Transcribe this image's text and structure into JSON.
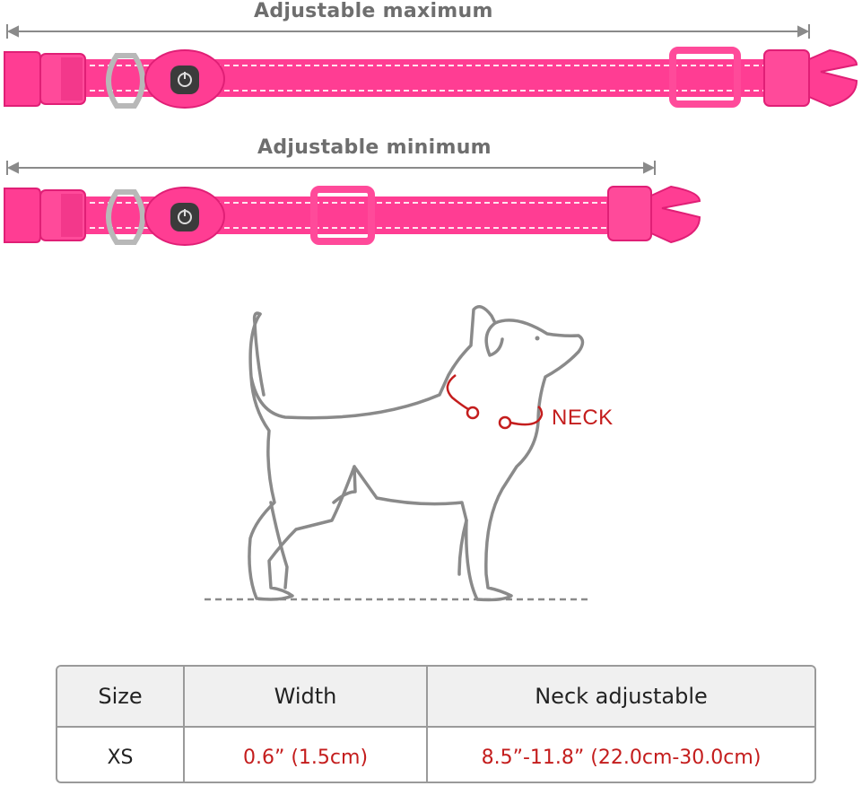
{
  "labels": {
    "max": "Adjustable maximum",
    "min": "Adjustable minimum",
    "neck": "NECK"
  },
  "icons": {
    "button": "power-icon"
  },
  "colors": {
    "collar": "#ff3d93",
    "collar_dark": "#e01f76",
    "accent_red": "#c41d1d",
    "line_gray": "#8a8a8a"
  },
  "table": {
    "headers": [
      "Size",
      "Width",
      "Neck adjustable"
    ],
    "rows": [
      [
        "XS",
        "0.6” (1.5cm)",
        "8.5”-11.8” (22.0cm-30.0cm)"
      ]
    ]
  }
}
